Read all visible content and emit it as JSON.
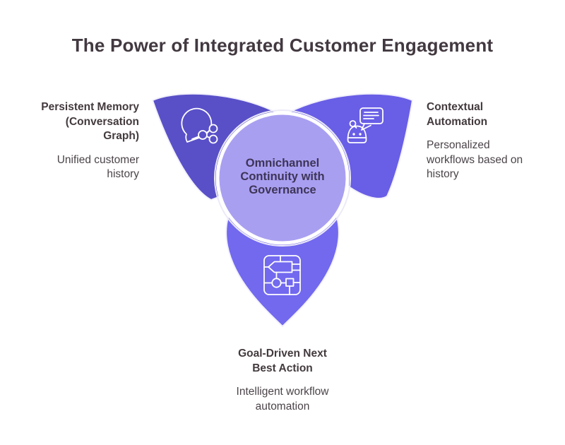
{
  "title": "The Power of Integrated Customer Engagement",
  "center": {
    "label": "Omnichannel Continuity with Governance",
    "color": "#a99ff1",
    "ring_color": "#ffffff",
    "text_color": "#3d3557"
  },
  "petals": [
    {
      "position": "top-left",
      "heading": "Persistent Memory (Conversation Graph)",
      "description": "Unified customer history",
      "color": "#5950c8",
      "icon": "conversation-graph-icon"
    },
    {
      "position": "top-right",
      "heading": "Contextual Automation",
      "description": "Personalized workflows based on history",
      "color": "#695ee6",
      "icon": "chatbot-icon"
    },
    {
      "position": "bottom",
      "heading": "Goal-Driven Next Best Action",
      "description": "Intelligent workflow automation",
      "color": "#7269ef",
      "icon": "workflow-chip-icon"
    }
  ],
  "colors": {
    "background": "#ffffff",
    "title_text": "#423940",
    "heading_text": "#433a3e",
    "body_text": "#4b4449",
    "icon_stroke": "#ffffff"
  }
}
